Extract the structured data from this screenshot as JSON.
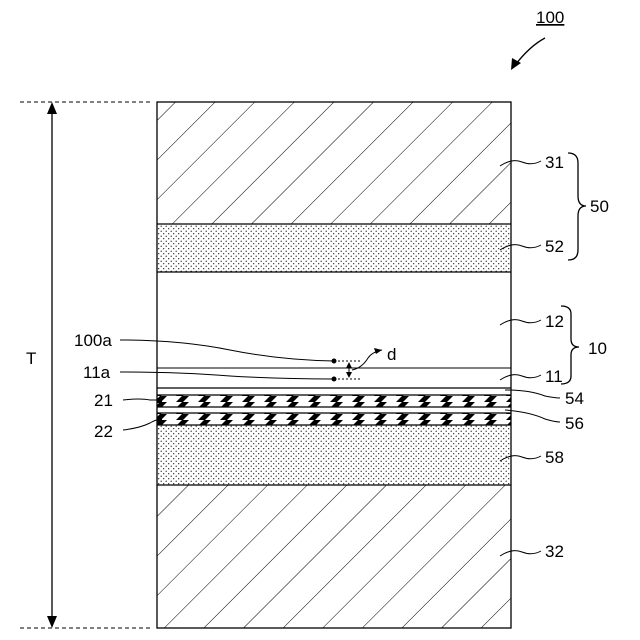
{
  "figure_ref": "100",
  "dimension_label": "T",
  "group_labels": {
    "upper": "50",
    "middle": "10"
  },
  "layers": {
    "l31": "31",
    "l52": "52",
    "l12": "12",
    "l11": "11",
    "l54": "54",
    "l56": "56",
    "l58": "58",
    "l32": "32"
  },
  "left_labels": {
    "s100a": "100a",
    "s11a": "11a",
    "s21": "21",
    "s22": "22"
  },
  "thickness_label": "d"
}
